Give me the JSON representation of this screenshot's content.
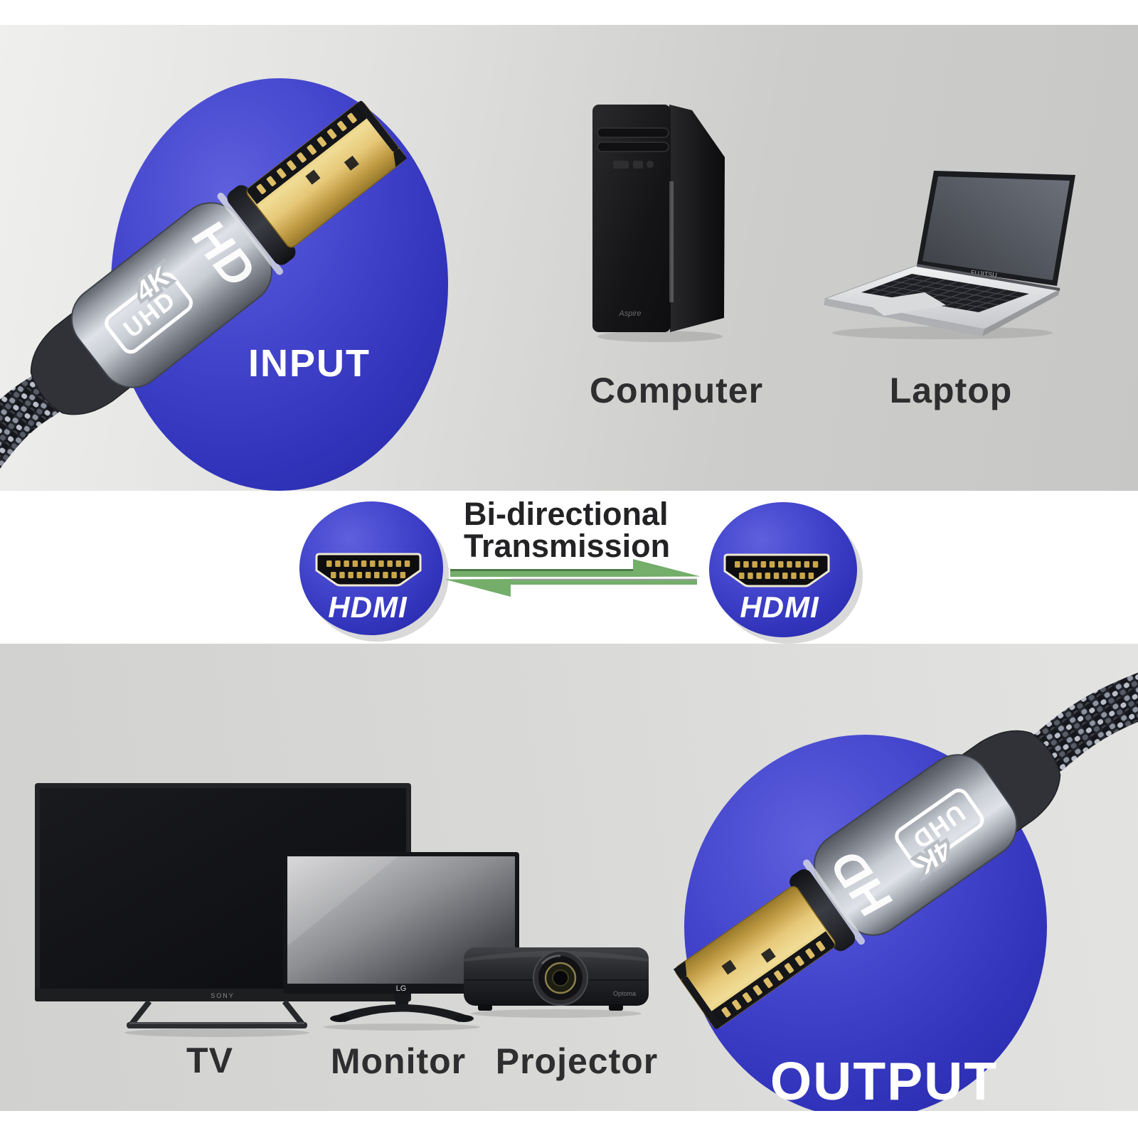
{
  "top_section": {
    "input_label": "INPUT",
    "connector_print": {
      "hd": "HD",
      "fourk": "4K",
      "uhd": "UHD"
    },
    "devices": [
      {
        "label": "Computer",
        "brand": "Aspire"
      },
      {
        "label": "Laptop",
        "brand": "FUJITSU"
      }
    ]
  },
  "middle_section": {
    "heading_line1": "Bi-directional",
    "heading_line2": "Transmission",
    "left_port_label": "HDMI",
    "right_port_label": "HDMI"
  },
  "bottom_section": {
    "output_label": "OUTPUT",
    "connector_print": {
      "hd": "HD",
      "fourk": "4K",
      "uhd": "UHD"
    },
    "devices": [
      {
        "label": "TV",
        "brand": "SONY"
      },
      {
        "label": "Monitor",
        "brand": "LG"
      },
      {
        "label": "Projector",
        "brand": "Optoma"
      }
    ]
  },
  "colors": {
    "circle_blue": "#3b3dc4",
    "arrow_green": "#74ae6a",
    "label_text": "#2e2e30",
    "gold": "#e0c06a"
  }
}
